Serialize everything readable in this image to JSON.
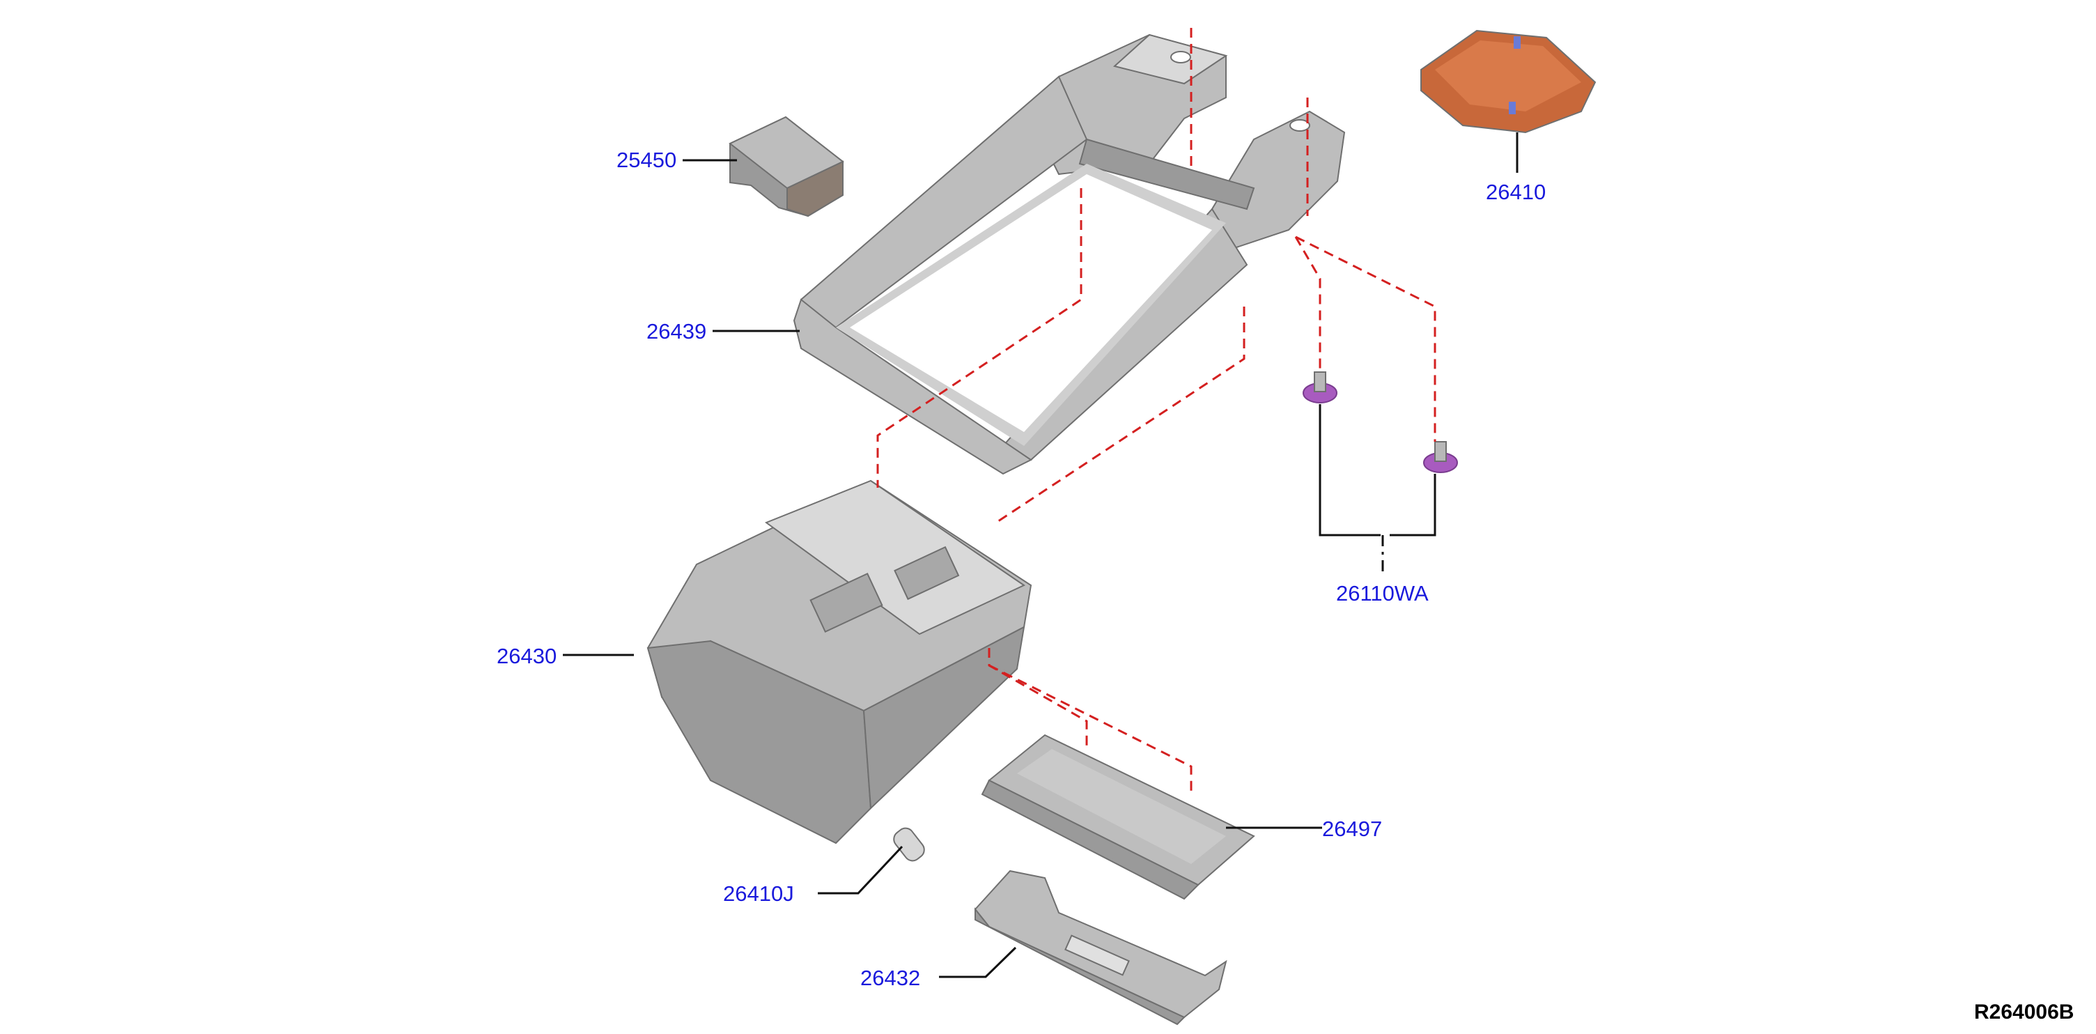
{
  "diagram": {
    "parts": [
      {
        "id": "p25450",
        "number": "25450"
      },
      {
        "id": "p26439",
        "number": "26439"
      },
      {
        "id": "p26410",
        "number": "26410"
      },
      {
        "id": "p26110WA",
        "number": "26110WA"
      },
      {
        "id": "p26430",
        "number": "26430"
      },
      {
        "id": "p26497",
        "number": "26497"
      },
      {
        "id": "p26410J",
        "number": "26410J"
      },
      {
        "id": "p26432",
        "number": "26432"
      }
    ],
    "reference_code": "R264006B",
    "colors": {
      "label": "#1a1adc",
      "leader": "#111111",
      "assembly_dash": "#d42020",
      "part_grey": "#bdbdbd",
      "lamp_orange": "#c8683a",
      "clip_purple": "#a85bbf"
    }
  }
}
